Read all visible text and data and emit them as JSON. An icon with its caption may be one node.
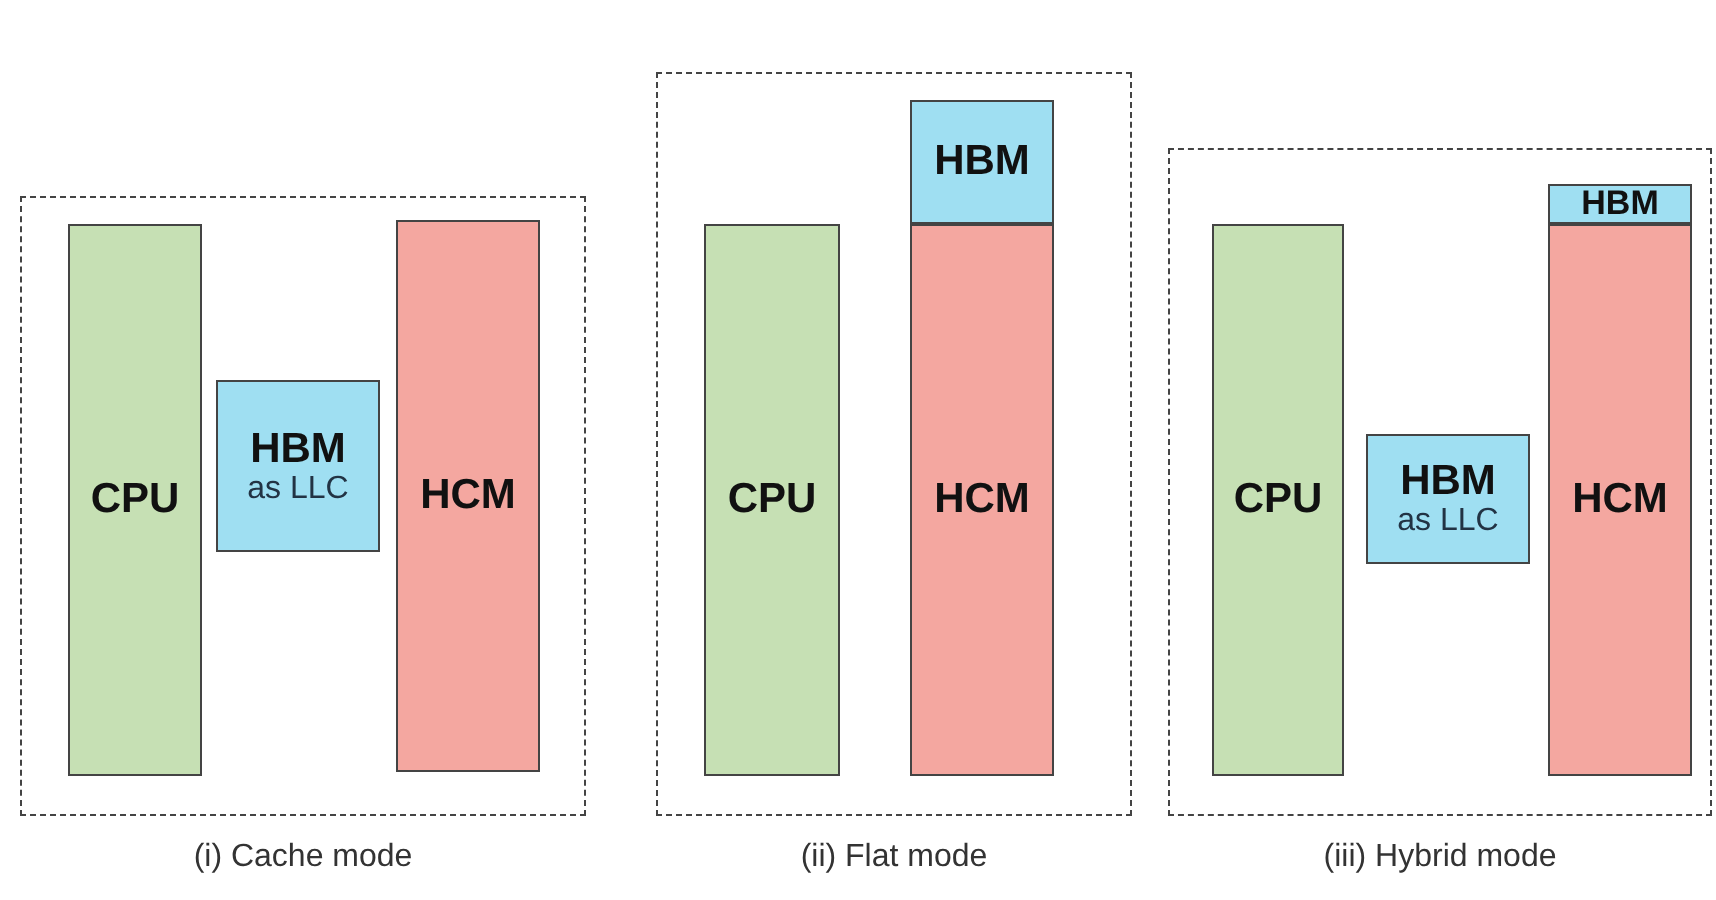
{
  "diagram": {
    "nodes": [
      {
        "text": [
          "(i) Cache mode"
        ]
      },
      {
        "text": [
          "CPU"
        ],
        "in": 0
      },
      {
        "text": [
          "HBM",
          "as LLC"
        ],
        "in": 0
      },
      {
        "text": [
          "HCM"
        ],
        "in": 0
      },
      {
        "text": [
          "(ii) Flat mode"
        ]
      },
      {
        "text": [
          "CPU"
        ],
        "in": 4
      },
      {
        "text": [
          "HBM"
        ],
        "in": 4
      },
      {
        "text": [
          "HCM"
        ],
        "in": 4
      },
      {
        "text": [
          "(iii) Hybrid mode"
        ]
      },
      {
        "text": [
          "CPU"
        ],
        "in": 8
      },
      {
        "text": [
          "HBM",
          "as LLC"
        ],
        "in": 8
      },
      {
        "text": [
          "HBM"
        ],
        "in": 8
      },
      {
        "text": [
          "HCM"
        ],
        "in": 8
      }
    ]
  }
}
